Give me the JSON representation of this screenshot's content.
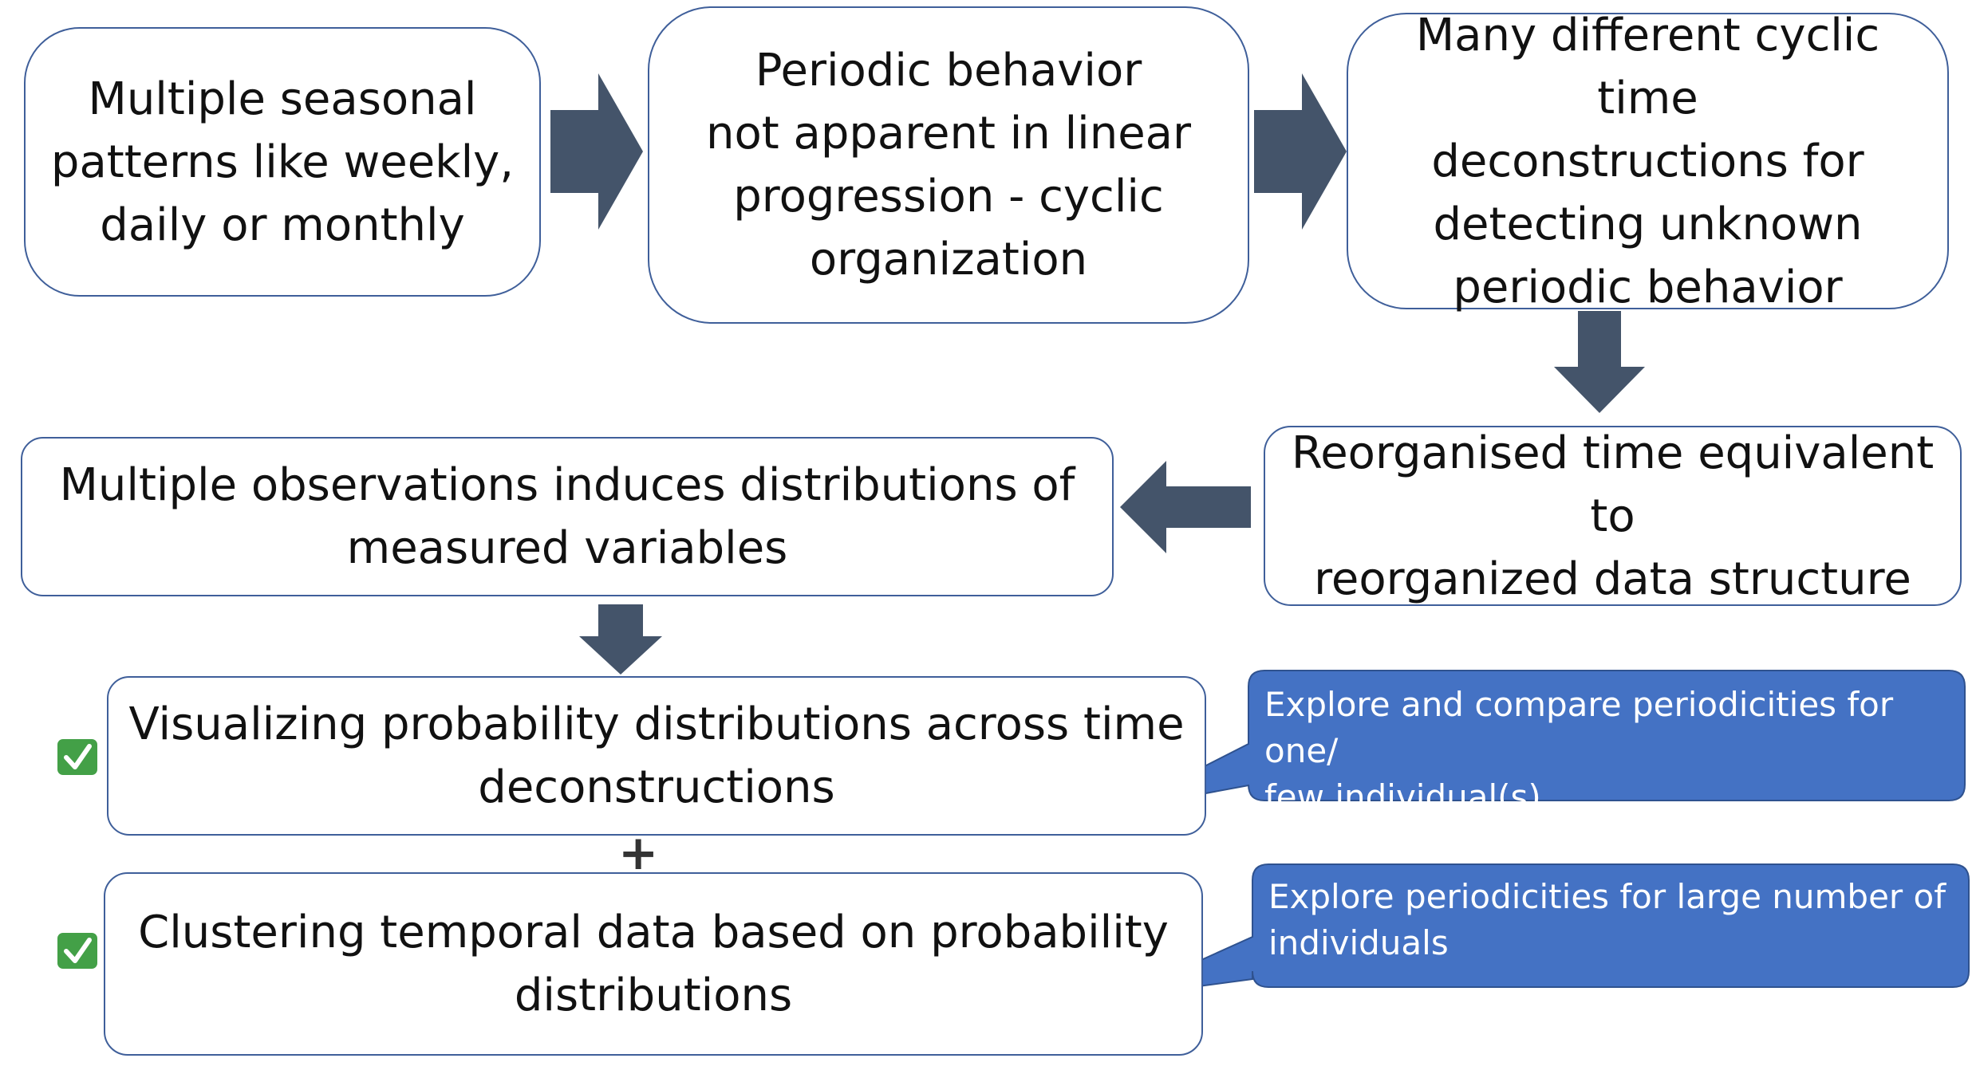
{
  "diagram": {
    "nodes": [
      {
        "id": "n1",
        "text": "Multiple seasonal\npatterns like weekly,\ndaily or monthly"
      },
      {
        "id": "n2",
        "text": "Periodic behavior\nnot apparent in linear\nprogression - cyclic\norganization"
      },
      {
        "id": "n3",
        "text": "Many different cyclic time\ndeconstructions for\ndetecting unknown\nperiodic behavior"
      },
      {
        "id": "n4",
        "text": "Reorganised time equivalent to\nreorganized  data structure"
      },
      {
        "id": "n5",
        "text": "Multiple observations induces distributions of\nmeasured variables"
      },
      {
        "id": "n6",
        "text": "Visualizing probability distributions across time\ndeconstructions"
      },
      {
        "id": "n7",
        "text": "Clustering temporal data based on probability\ndistributions"
      }
    ],
    "edges": [
      {
        "from": "n1",
        "to": "n2"
      },
      {
        "from": "n2",
        "to": "n3"
      },
      {
        "from": "n3",
        "to": "n4"
      },
      {
        "from": "n4",
        "to": "n5"
      },
      {
        "from": "n5",
        "to": "n6"
      }
    ],
    "connector_symbol": "+",
    "callouts": [
      {
        "target": "n6",
        "text": "Explore and compare periodicities for one/\nfew individual(s)"
      },
      {
        "target": "n7",
        "text": "Explore periodicities for large number of\nindividuals"
      }
    ],
    "checkmarks": [
      "check-mark-icon",
      "check-mark-icon"
    ]
  },
  "colors": {
    "arrow": "#44546a",
    "box_border": "#3f5f9a",
    "callout_fill": "#4472c4",
    "callout_border": "#2f528f",
    "check_fill": "#43a047"
  }
}
